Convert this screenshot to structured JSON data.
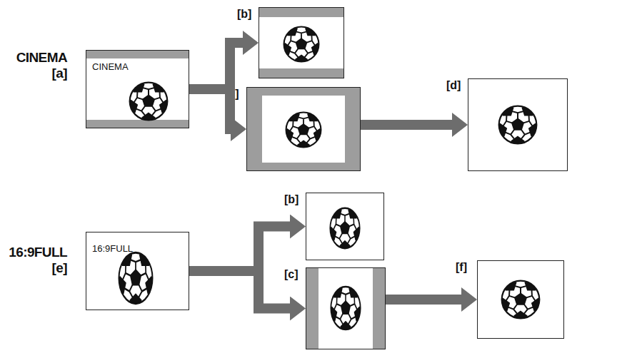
{
  "diagram": {
    "nodes": [
      {
        "text": [
          "CINEMA",
          "[a]",
          "CINEMA"
        ]
      },
      {
        "text": [
          "[b]"
        ]
      },
      {
        "text": [
          "[c]"
        ]
      },
      {
        "text": [
          "[d]"
        ]
      },
      {
        "text": [
          "16:9FULL",
          "[e]",
          "16:9FULL"
        ]
      },
      {
        "text": [
          "[b]"
        ]
      },
      {
        "text": [
          "[c]"
        ]
      },
      {
        "text": [
          "[f]"
        ]
      }
    ],
    "edges": [
      {
        "from": 0,
        "to": 1,
        "arrow": "to"
      },
      {
        "from": 0,
        "to": 2,
        "arrow": "to"
      },
      {
        "from": 2,
        "to": 3,
        "arrow": "to"
      },
      {
        "from": 4,
        "to": 5,
        "arrow": "to"
      },
      {
        "from": 4,
        "to": 6,
        "arrow": "to"
      },
      {
        "from": 6,
        "to": 7,
        "arrow": "to"
      }
    ]
  }
}
